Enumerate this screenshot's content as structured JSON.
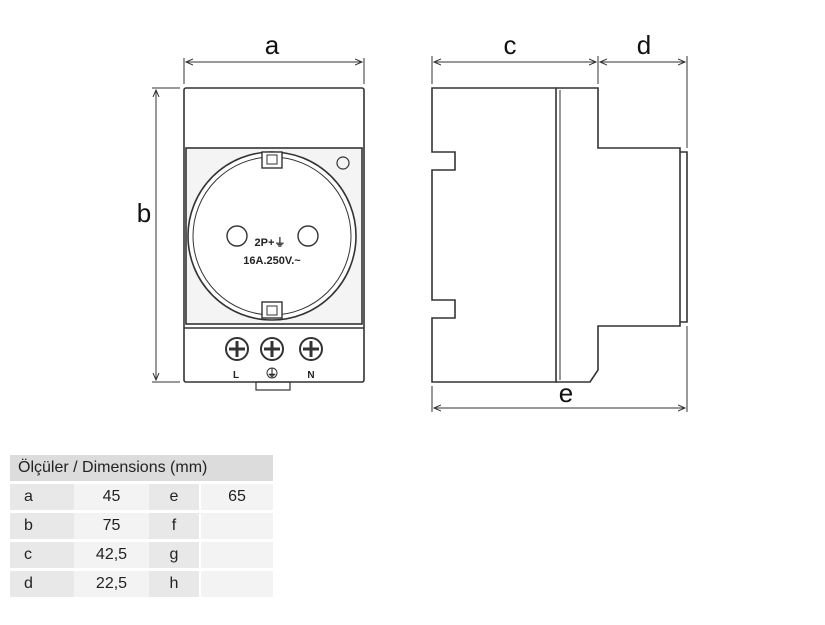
{
  "dimension_labels": {
    "a": "a",
    "b": "b",
    "c": "c",
    "d": "d",
    "e": "e"
  },
  "socket": {
    "line1": "2P+⏚",
    "line2": "16A.250V.~"
  },
  "terminals": {
    "left": "L",
    "earth": "⏚",
    "right": "N"
  },
  "table": {
    "header": "Ölçüler / Dimensions (mm)",
    "rows": [
      {
        "k1": "a",
        "v1": "45",
        "k2": "e",
        "v2": "65"
      },
      {
        "k1": "b",
        "v1": "75",
        "k2": "f",
        "v2": ""
      },
      {
        "k1": "c",
        "v1": "42,5",
        "k2": "g",
        "v2": ""
      },
      {
        "k1": "d",
        "v1": "22,5",
        "k2": "h",
        "v2": ""
      }
    ]
  }
}
